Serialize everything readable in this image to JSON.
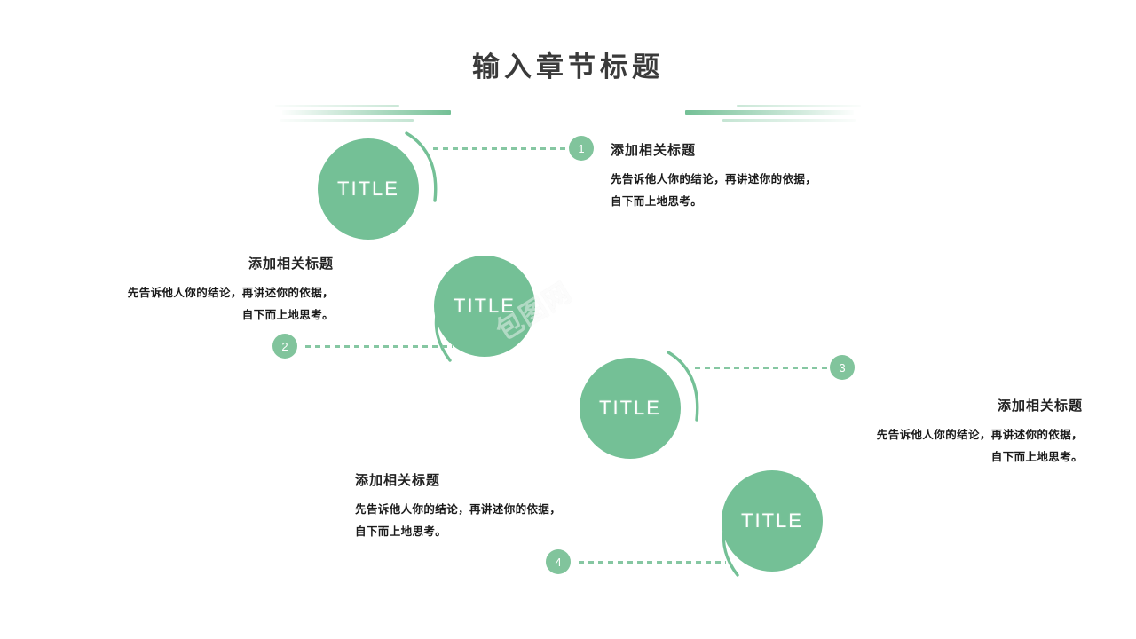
{
  "header": {
    "title": "输入章节标题",
    "decoration_left": "gradient-lines-left",
    "decoration_right": "gradient-lines-right"
  },
  "theme": {
    "accent_green": "#74C096",
    "badge_green": "#81C49C",
    "dot_green": "#86C7A2",
    "title_color": "#3A3A3A",
    "body_text_color": "#1A1A1A",
    "background": "#FFFFFF"
  },
  "watermark": {
    "text": "包图网"
  },
  "items": [
    {
      "number": "1",
      "bubble_label": "TITLE",
      "heading": "添加相关标题",
      "line1": "先告诉他人你的结论，再讲述你的依据，",
      "line2": "自下而上地思考。"
    },
    {
      "number": "2",
      "bubble_label": "TITLE",
      "heading": "添加相关标题",
      "line1": "先告诉他人你的结论，再讲述你的依据，",
      "line2": "自下而上地思考。"
    },
    {
      "number": "3",
      "bubble_label": "TITLE",
      "heading": "添加相关标题",
      "line1": "先告诉他人你的结论，再讲述你的依据，",
      "line2": "自下而上地思考。"
    },
    {
      "number": "4",
      "bubble_label": "TITLE",
      "heading": "添加相关标题",
      "line1": "先告诉他人你的结论，再讲述你的依据，",
      "line2": "自下而上地思考。"
    }
  ]
}
